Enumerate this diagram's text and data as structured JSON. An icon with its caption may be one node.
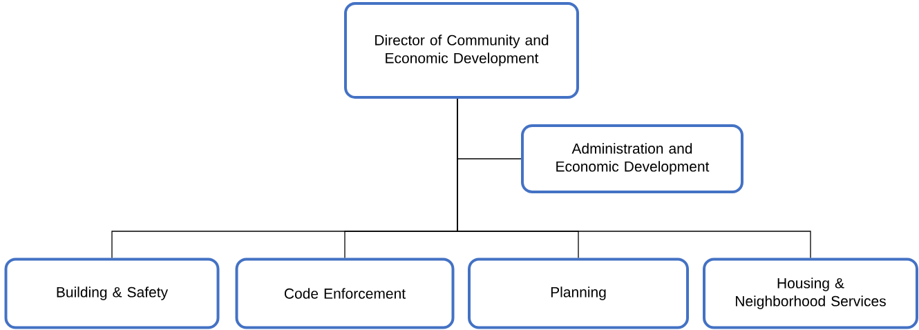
{
  "diagram": {
    "nodes": [
      {
        "text": [
          "Director of Community and Economic Development"
        ]
      },
      {
        "text": [
          "Administration and Economic Development"
        ]
      },
      {
        "text": [
          "Building & Safety"
        ]
      },
      {
        "text": [
          "Code Enforcement"
        ]
      },
      {
        "text": [
          "Planning"
        ]
      },
      {
        "text": [
          "Housing & Neighborhood Services"
        ]
      }
    ],
    "edges": [
      {
        "from": 0,
        "to": 1,
        "arrow": "none"
      },
      {
        "from": 0,
        "to": 2,
        "arrow": "none"
      },
      {
        "from": 0,
        "to": 3,
        "arrow": "none"
      },
      {
        "from": 0,
        "to": 4,
        "arrow": "none"
      },
      {
        "from": 0,
        "to": 5,
        "arrow": "none"
      }
    ]
  }
}
